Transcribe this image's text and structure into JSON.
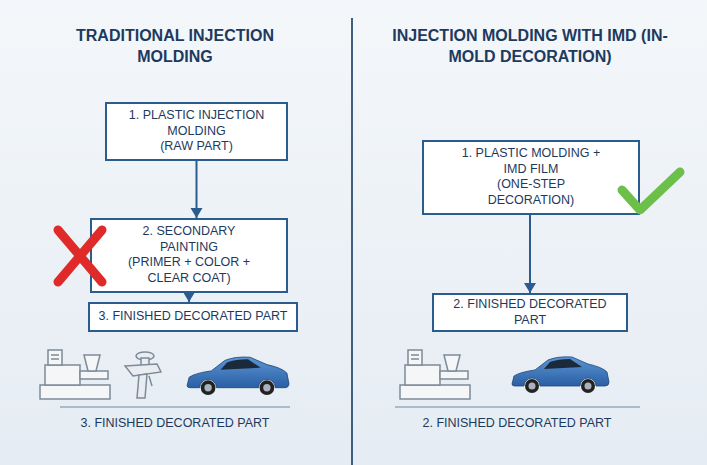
{
  "diagram": {
    "nodes": [
      {
        "text": [
          "1. PLASTIC INJECTION MOLDING",
          "(RAW PART)"
        ]
      },
      {
        "text": [
          "2. SECONDARY PAINTING",
          "(PRIMER + COLOR + CLEAR COAT)"
        ]
      },
      {
        "text": [
          "3. FINISHED DECORATED PART"
        ]
      },
      {
        "text": [
          "1. PLASTIC MOLDING + IMD FILM",
          "(ONE-STEP DECORATION)"
        ]
      },
      {
        "text": [
          "2. FINISHED DECORATED PART"
        ]
      }
    ],
    "edges": [
      {
        "from": 0,
        "to": 1,
        "arrow": "to"
      },
      {
        "from": 1,
        "to": 2,
        "arrow": "to"
      },
      {
        "from": 3,
        "to": 4,
        "arrow": "to"
      }
    ],
    "labels": [
      "TRADITIONAL INJECTION MOLDING",
      "INJECTION MOLDING WITH IMD (IN-MOLD DECORATION)",
      "3. FINISHED DECORATED PART",
      "2. FINISHED DECORATED PART"
    ]
  }
}
